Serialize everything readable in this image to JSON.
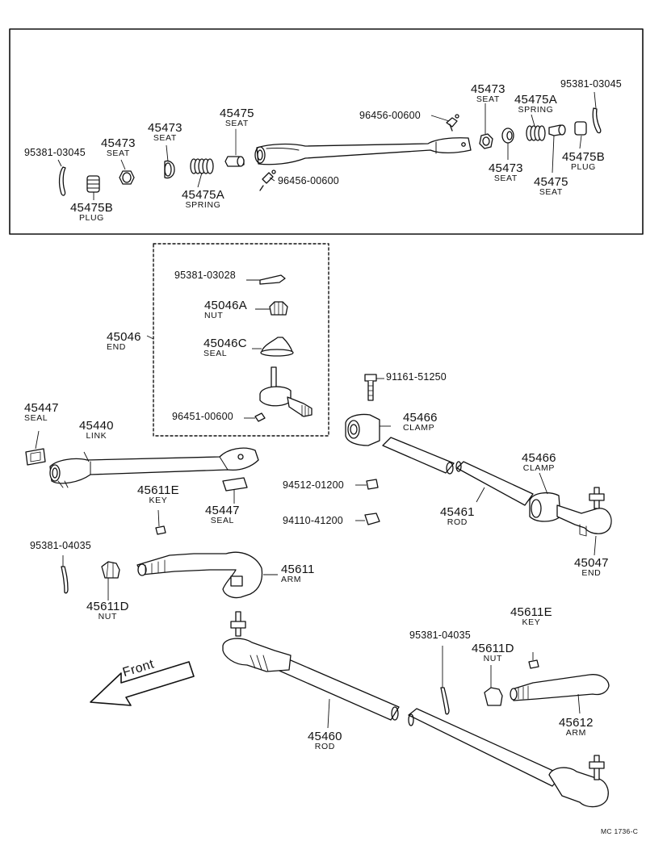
{
  "labels": {
    "p95381_03045_l": {
      "num": "95381-03045"
    },
    "p45473_l1": {
      "num": "45473",
      "sub": "SEAT"
    },
    "p45475B_l": {
      "num": "45475B",
      "sub": "PLUG"
    },
    "p45473_l2": {
      "num": "45473",
      "sub": "SEAT"
    },
    "p45475A_l": {
      "num": "45475A",
      "sub": "SPRING"
    },
    "p45475_l": {
      "num": "45475",
      "sub": "SEAT"
    },
    "p96456_top": {
      "num": "96456-00600"
    },
    "p96456_bot": {
      "num": "96456-00600"
    },
    "p45473_r1": {
      "num": "45473",
      "sub": "SEAT"
    },
    "p45475A_r": {
      "num": "45475A",
      "sub": "SPRING"
    },
    "p95381_03045_r": {
      "num": "95381-03045"
    },
    "p45473_r2": {
      "num": "45473",
      "sub": "SEAT"
    },
    "p45475B_r": {
      "num": "45475B",
      "sub": "PLUG"
    },
    "p45475_r": {
      "num": "45475",
      "sub": "SEAT"
    },
    "p95381_03028": {
      "num": "95381-03028"
    },
    "p45046A": {
      "num": "45046A",
      "sub": "NUT"
    },
    "p45046": {
      "num": "45046",
      "sub": "END"
    },
    "p45046C": {
      "num": "45046C",
      "sub": "SEAL"
    },
    "p96451": {
      "num": "96451-00600"
    },
    "p91161": {
      "num": "91161-51250"
    },
    "p45466_a": {
      "num": "45466",
      "sub": "CLAMP"
    },
    "p45447_a": {
      "num": "45447",
      "sub": "SEAL"
    },
    "p45440": {
      "num": "45440",
      "sub": "LINK"
    },
    "p45466_b": {
      "num": "45466",
      "sub": "CLAMP"
    },
    "p94512": {
      "num": "94512-01200"
    },
    "p45611E_a": {
      "num": "45611E",
      "sub": "KEY"
    },
    "p45447_b": {
      "num": "45447",
      "sub": "SEAL"
    },
    "p94110": {
      "num": "94110-41200"
    },
    "p45461": {
      "num": "45461",
      "sub": "ROD"
    },
    "p95381_04035_a": {
      "num": "95381-04035"
    },
    "p45047": {
      "num": "45047",
      "sub": "END"
    },
    "p45611": {
      "num": "45611",
      "sub": "ARM"
    },
    "p45611D_a": {
      "num": "45611D",
      "sub": "NUT"
    },
    "p45611E_b": {
      "num": "45611E",
      "sub": "KEY"
    },
    "p95381_04035_b": {
      "num": "95381-04035"
    },
    "p45611D_b": {
      "num": "45611D",
      "sub": "NUT"
    },
    "p45612": {
      "num": "45612",
      "sub": "ARM"
    },
    "p45460": {
      "num": "45460",
      "sub": "ROD"
    }
  },
  "front_label": "Front",
  "diagram_code": "MC 1736-C"
}
